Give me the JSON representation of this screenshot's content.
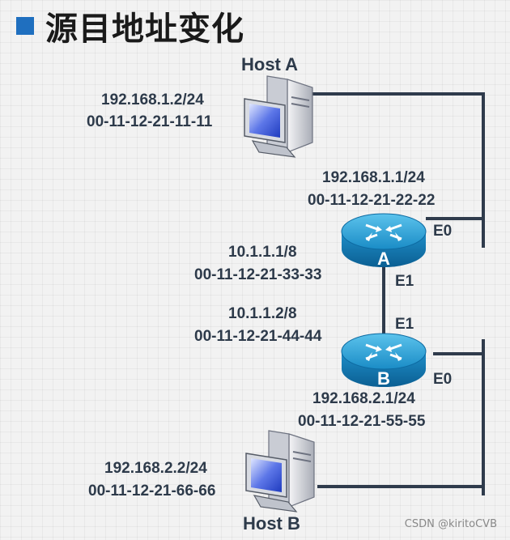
{
  "title": "源目地址变化",
  "host_a": {
    "name": "Host A",
    "ip": "192.168.1.2/24",
    "mac": "00-11-12-21-11-11"
  },
  "router_a": {
    "name": "A",
    "e0": {
      "label": "E0",
      "ip": "192.168.1.1/24",
      "mac": "00-11-12-21-22-22"
    },
    "e1": {
      "label": "E1",
      "ip": "10.1.1.1/8",
      "mac": "00-11-12-21-33-33"
    }
  },
  "router_b": {
    "name": "B",
    "e1": {
      "label": "E1",
      "ip": "10.1.1.2/8",
      "mac": "00-11-12-21-44-44"
    },
    "e0": {
      "label": "E0",
      "ip": "192.168.2.1/24",
      "mac": "00-11-12-21-55-55"
    }
  },
  "host_b": {
    "name": "Host B",
    "ip": "192.168.2.2/24",
    "mac": "00-11-12-21-66-66"
  },
  "watermark": "CSDN @kiritoCVB",
  "colors": {
    "accent": "#1f6fbf",
    "router": "#1b8fc7",
    "line": "#2f3b4c",
    "text": "#2d3a4a"
  }
}
